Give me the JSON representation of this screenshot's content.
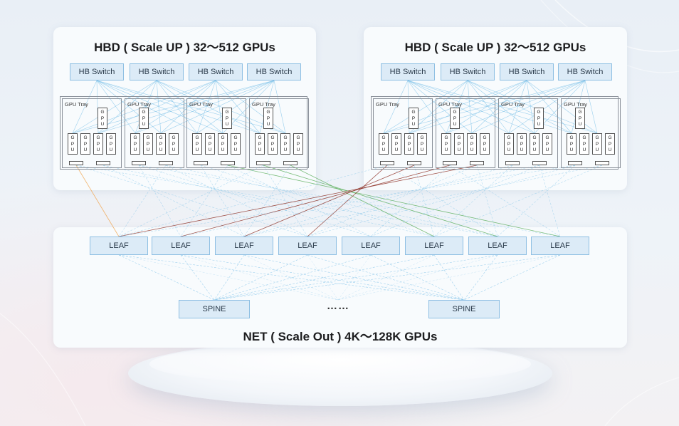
{
  "hbd_left": {
    "title": "HBD ( Scale UP ) 32～512 GPUs",
    "switches": [
      "HB Switch",
      "HB Switch",
      "HB Switch",
      "HB Switch"
    ],
    "tray_label": "GPU Tray",
    "gpu_label": "GPU"
  },
  "hbd_right": {
    "title": "HBD ( Scale UP ) 32～512 GPUs",
    "switches": [
      "HB Switch",
      "HB Switch",
      "HB Switch",
      "HB Switch"
    ],
    "tray_label": "GPU Tray",
    "gpu_label": "GPU"
  },
  "net": {
    "title": "NET ( Scale Out ) 4K～128K GPUs",
    "leaves": [
      "LEAF",
      "LEAF",
      "LEAF",
      "LEAF",
      "LEAF",
      "LEAF",
      "LEAF",
      "LEAF"
    ],
    "spines": [
      "SPINE",
      "SPINE"
    ],
    "ellipsis": "……"
  },
  "colors": {
    "switch_fill": "#dcebf7",
    "switch_border": "#8ebfe3",
    "wire_blue": "#7cc1e8",
    "wire_orange": "#f0a24a",
    "wire_red": "#c0392b",
    "wire_green": "#5aae5a",
    "wire_darkred": "#8b2a1f"
  }
}
